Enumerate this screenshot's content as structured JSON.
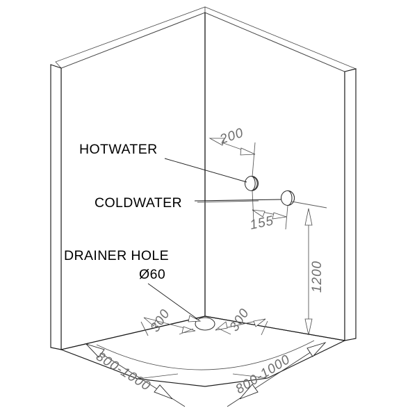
{
  "drawing": {
    "title": "Corner shower enclosure installation diagram",
    "units": "mm",
    "background_color": "#ffffff",
    "line_color": "#1a1a1a",
    "dimension_text_color": "#6d6d6d"
  },
  "labels": {
    "hot_water": "HOTWATER",
    "cold_water": "COLDWATER",
    "drainer_hole": "DRAINER HOLE",
    "drainer_diameter": "Ø60"
  },
  "dimensions": {
    "hot_offset": "200",
    "hot_to_cold": "155",
    "tap_height": "1200",
    "drain_left": "300",
    "drain_right": "300",
    "tray_left": "800-1000",
    "tray_right": "800-1000"
  },
  "chart_data": {
    "type": "diagram",
    "title": "Corner shower enclosure installation diagram",
    "annotations": [
      {
        "name": "HOTWATER",
        "kind": "callout",
        "target": "hot water outlet fitting"
      },
      {
        "name": "COLDWATER",
        "kind": "callout",
        "target": "cold water outlet fitting"
      },
      {
        "name": "DRAINER HOLE",
        "kind": "callout",
        "target": "drain hole in shower tray"
      },
      {
        "name": "Ø60",
        "kind": "diameter",
        "value": 60,
        "unit": "mm"
      },
      {
        "name": "200",
        "kind": "linear",
        "value": 200,
        "unit": "mm",
        "meaning": "horizontal offset of hot water outlet from corner"
      },
      {
        "name": "155",
        "kind": "linear",
        "value": 155,
        "unit": "mm",
        "meaning": "horizontal spacing between hot and cold water outlets"
      },
      {
        "name": "1200",
        "kind": "linear",
        "value": 1200,
        "unit": "mm",
        "meaning": "height of cold water outlet above tray"
      },
      {
        "name": "300",
        "kind": "linear",
        "value": 300,
        "unit": "mm",
        "meaning": "drain offset from tray edge (left)"
      },
      {
        "name": "300",
        "kind": "linear",
        "value": 300,
        "unit": "mm",
        "meaning": "drain offset from tray edge (right)"
      },
      {
        "name": "800-1000",
        "kind": "range",
        "min": 800,
        "max": 1000,
        "unit": "mm",
        "meaning": "tray side width, left"
      },
      {
        "name": "800-1000",
        "kind": "range",
        "min": 800,
        "max": 1000,
        "unit": "mm",
        "meaning": "tray side width, right"
      }
    ]
  }
}
